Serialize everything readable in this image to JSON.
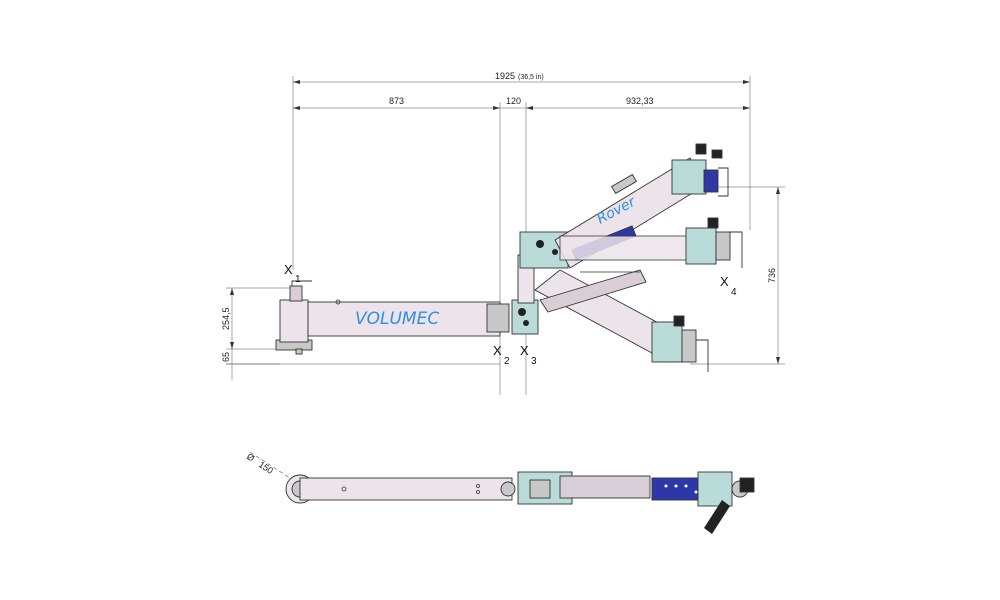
{
  "dimensions": {
    "overall": "1925",
    "overall_inches": "(36,5 in)",
    "seg1": "873",
    "seg2": "120",
    "seg3": "932,33",
    "height_right": "736",
    "height_base": "254,5",
    "height_foot": "65",
    "diameter_symbol": "Ø",
    "diameter": "150"
  },
  "axes": [
    {
      "letter": "X",
      "index": "1"
    },
    {
      "letter": "X",
      "index": "2"
    },
    {
      "letter": "X",
      "index": "3"
    },
    {
      "letter": "X",
      "index": "4"
    }
  ],
  "labels": {
    "arm_brand": "VOLUMEC",
    "rover_brand": "Rover"
  },
  "colors": {
    "arm_body": "#ece4ea",
    "joint_teal": "#b9dcd9",
    "joint_blue": "#2d37a8",
    "brand_text": "#2f8fe0"
  }
}
